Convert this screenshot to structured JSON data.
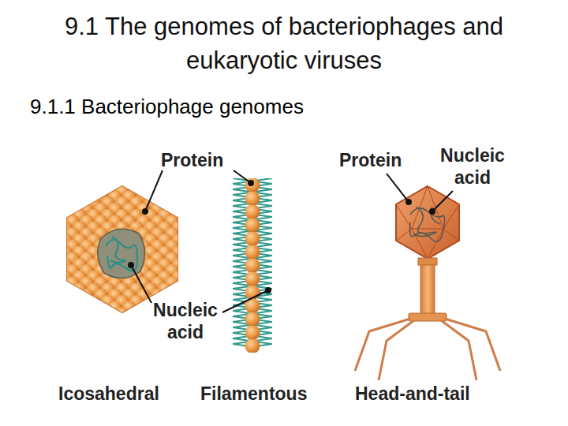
{
  "diagram": {
    "title": "9.1 The genomes of bacteriophages and eukaryotic viruses",
    "labels": [
      "9.1.1 Bacteriophage genomes",
      "Protein",
      "Protein",
      "Nucleic acid",
      "Nucleic acid",
      "Icosahedral",
      "Filamentous",
      "Head-and-tail"
    ]
  }
}
